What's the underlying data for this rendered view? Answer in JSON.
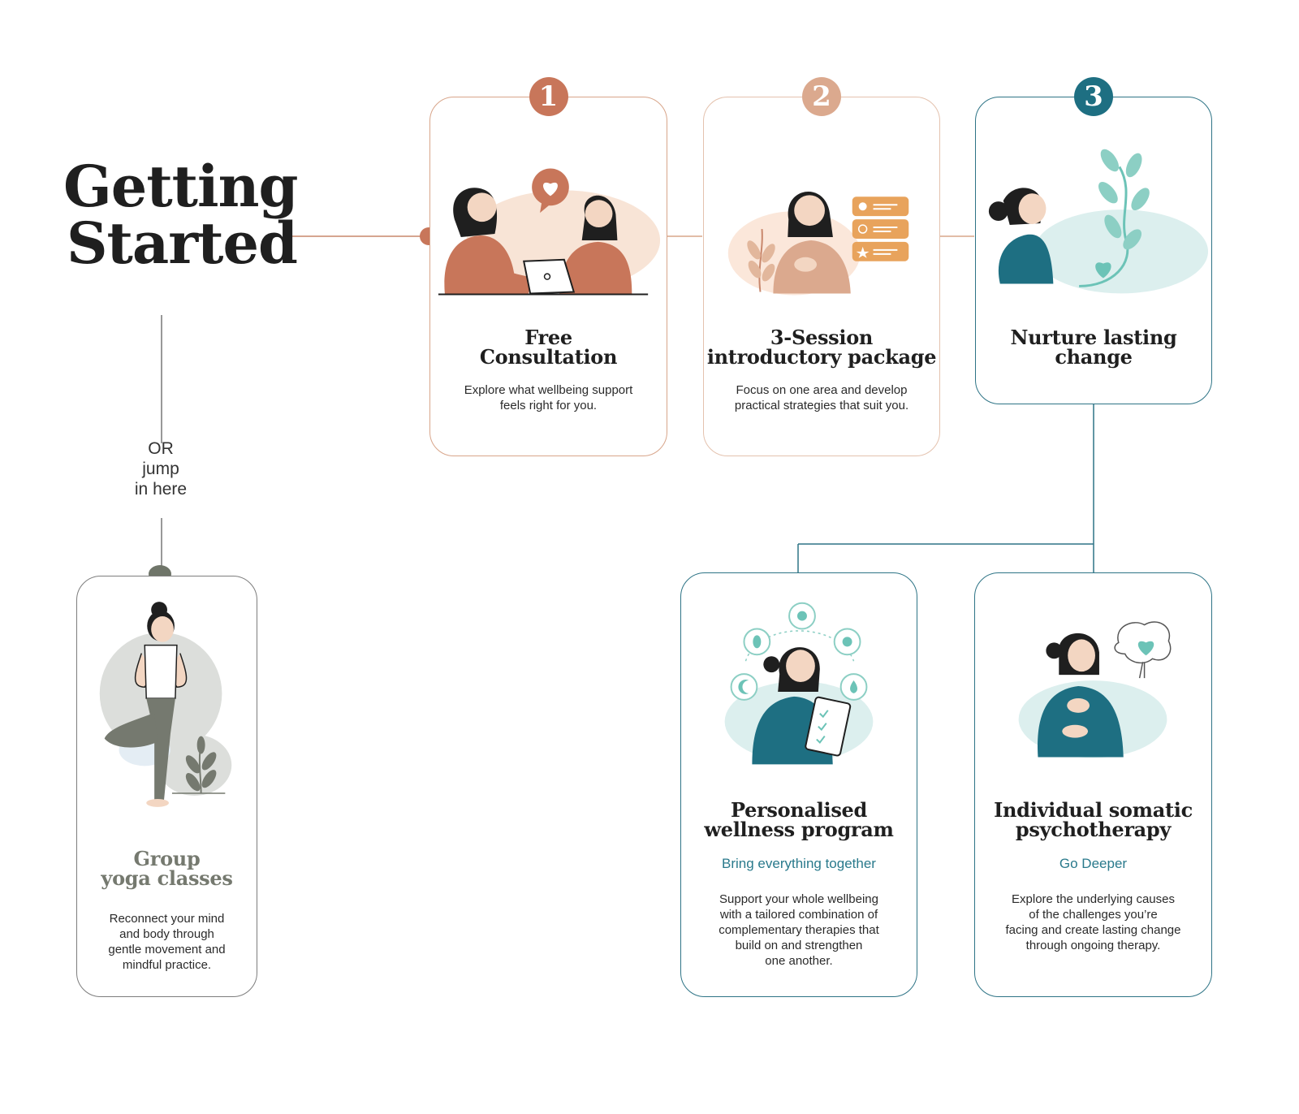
{
  "headline": {
    "line1": "Getting",
    "line2": "Started"
  },
  "or_label": {
    "line1": "OR",
    "line2": "jump",
    "line3": "in here"
  },
  "colors": {
    "terracotta": "#c8765a",
    "peach": "#dba98e",
    "teal": "#1e6f82",
    "sage": "#75796f"
  },
  "steps": [
    {
      "number": "1",
      "title_line1": "Free",
      "title_line2": "Consultation",
      "desc_line1": "Explore what wellbeing support",
      "desc_line2": "feels right for you.",
      "illustration": "two-women-consultation-with-laptop-and-heart-bubble"
    },
    {
      "number": "2",
      "title_line1": "3-Session",
      "title_line2": "introductory package",
      "desc_line1": "Focus on one area and develop",
      "desc_line2": "practical strategies that suit you.",
      "illustration": "woman-hand-on-chest-with-checklist-cards"
    },
    {
      "number": "3",
      "title_line1": "Nurture lasting",
      "title_line2": "change",
      "illustration": "woman-profile-with-growing-plant-and-heart"
    }
  ],
  "options": [
    {
      "title_line1": "Personalised",
      "title_line2": "wellness program",
      "subtitle": "Bring everything together",
      "desc_lines": [
        "Support your whole wellbeing",
        "with a tailored combination of",
        "complementary therapies that",
        "build on and strengthen",
        "one another."
      ],
      "illustration": "woman-with-clipboard-surrounded-by-wellness-icons"
    },
    {
      "title_line1": "Individual somatic",
      "title_line2": "psychotherapy",
      "subtitle": "Go Deeper",
      "desc_lines": [
        "Explore the underlying causes",
        "of the challenges you’re",
        "facing and create lasting change",
        "through ongoing therapy."
      ],
      "illustration": "woman-hand-on-chest-with-brain-heart"
    }
  ],
  "yoga": {
    "title_line1": "Group",
    "title_line2": "yoga classes",
    "desc_lines": [
      "Reconnect your mind",
      "and body through",
      "gentle movement and",
      "mindful practice."
    ],
    "illustration": "woman-tree-pose-with-plant"
  }
}
